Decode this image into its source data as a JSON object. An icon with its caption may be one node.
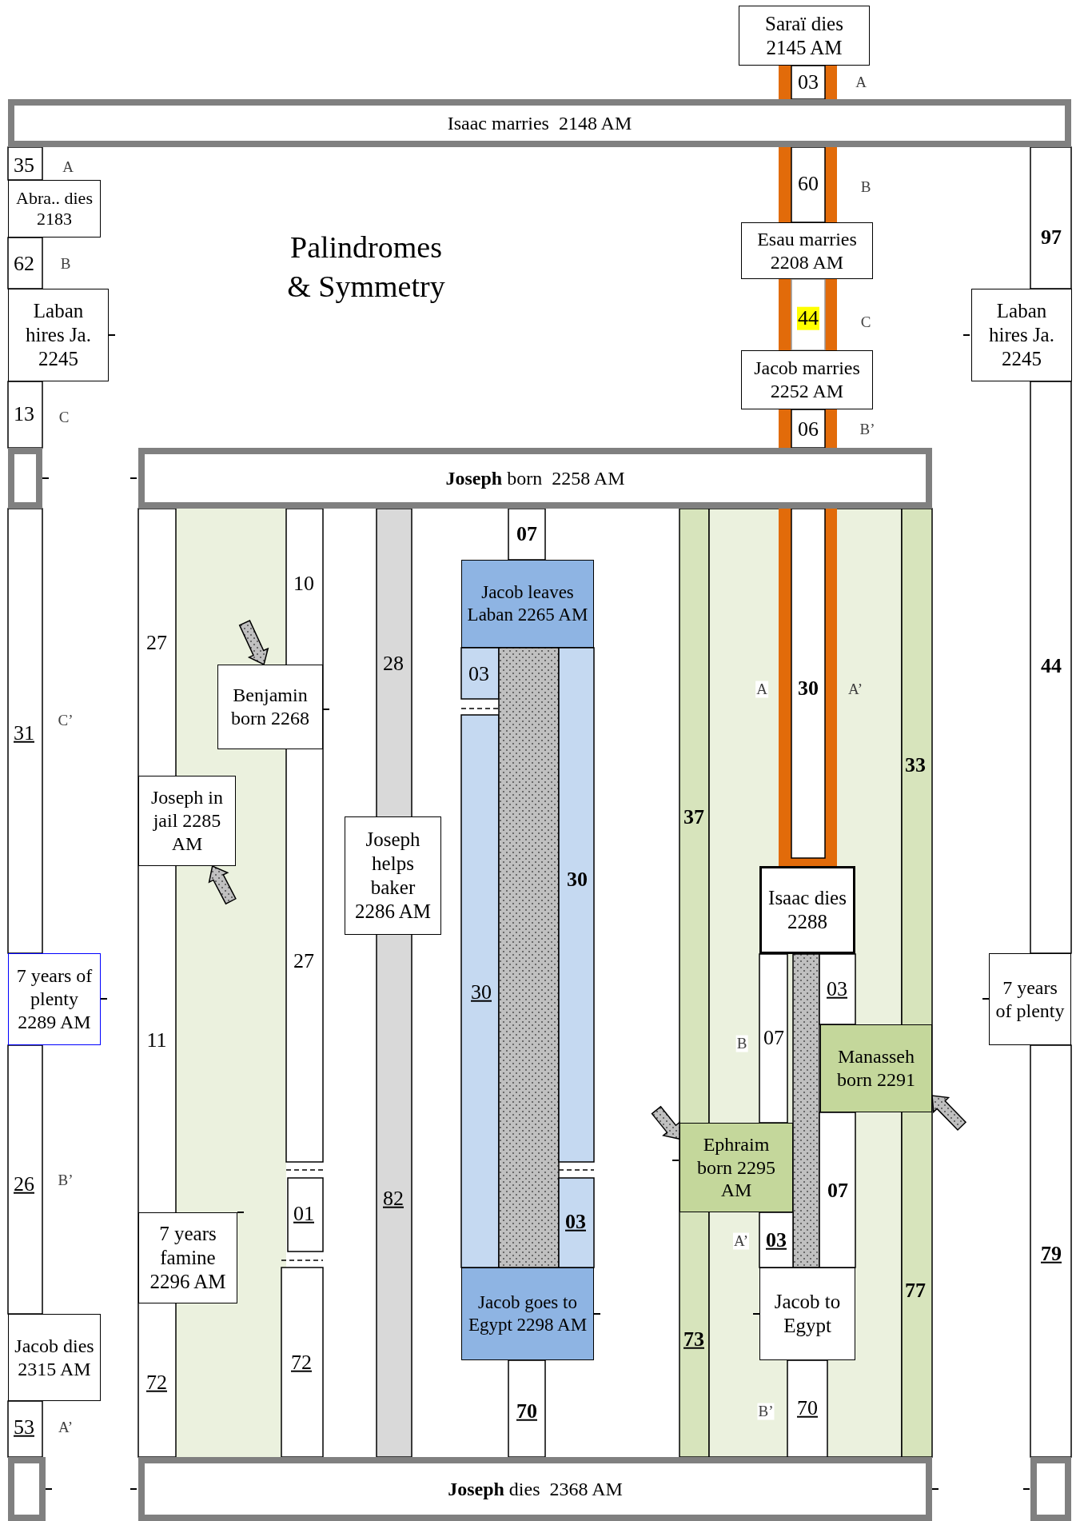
{
  "diagram": {
    "title": "Palindromes & Symmetry",
    "nodes": [
      {
        "text": [
          "Saraï dies 2145 AM"
        ]
      },
      {
        "text": [
          "Isaac marries  2148 AM"
        ]
      },
      {
        "text": [
          "Abra.. dies 2183"
        ]
      },
      {
        "text": [
          "Laban hires Ja. 2245"
        ]
      },
      {
        "text": [
          "Esau marries 2208 AM"
        ]
      },
      {
        "text": [
          "Jacob marries 2252 AM"
        ]
      },
      {
        "text": [
          "Laban hires Ja. 2245"
        ]
      },
      {
        "text": [],
        "shape": "box"
      },
      {
        "text": [
          "**Joseph** born  2258 AM"
        ]
      },
      {
        "text": [
          "Jacob leaves Laban 2265 AM"
        ]
      },
      {
        "text": [
          "Benjamin born 2268"
        ]
      },
      {
        "text": [
          "Joseph in jail 2285 AM"
        ]
      },
      {
        "text": [
          "Joseph helps baker 2286 AM"
        ]
      },
      {
        "text": [
          "Isaac dies 2288"
        ]
      },
      {
        "text": [
          "7 years of plenty 2289 AM"
        ]
      },
      {
        "text": [
          "7 years of plenty"
        ]
      },
      {
        "text": [
          "Manasseh born 2291"
        ]
      },
      {
        "text": [
          "Ephraim born 2295 AM"
        ]
      },
      {
        "text": [
          "7 years famine 2296 AM"
        ]
      },
      {
        "text": [
          "Jacob goes to Egypt 2298 AM"
        ]
      },
      {
        "text": [
          "Jacob to Egypt"
        ]
      },
      {
        "text": [
          "Jacob dies 2315 AM"
        ]
      },
      {
        "text": [],
        "shape": "box"
      },
      {
        "text": [
          "**Joseph** dies  2368 AM"
        ]
      },
      {
        "text": [],
        "shape": "box"
      }
    ],
    "edges": [
      {
        "from": null,
        "to": 10,
        "arrow": "to",
        "style": "thick"
      },
      {
        "from": null,
        "to": 11,
        "arrow": "to",
        "style": "thick"
      },
      {
        "from": null,
        "to": 17,
        "arrow": "to",
        "style": "thick"
      },
      {
        "from": null,
        "to": 16,
        "arrow": "to",
        "style": "thick"
      }
    ],
    "labels": [
      "03",
      "A",
      "35",
      "A",
      "60",
      "B",
      "97",
      "62",
      "B",
      "44",
      "C",
      "13",
      "C",
      "06",
      "B’",
      "07",
      "10",
      "27",
      "28",
      "03",
      "44",
      "A",
      "30",
      "A’",
      "31",
      "C’",
      "33",
      "37",
      "30",
      "27",
      "30",
      "03",
      "11",
      "B",
      "07",
      "26",
      "B’",
      "82",
      "07",
      "01",
      "03",
      "A’",
      "03",
      "79",
      "77",
      "73",
      "72",
      "72",
      "70",
      "B’",
      "70",
      "53",
      "A’"
    ]
  }
}
